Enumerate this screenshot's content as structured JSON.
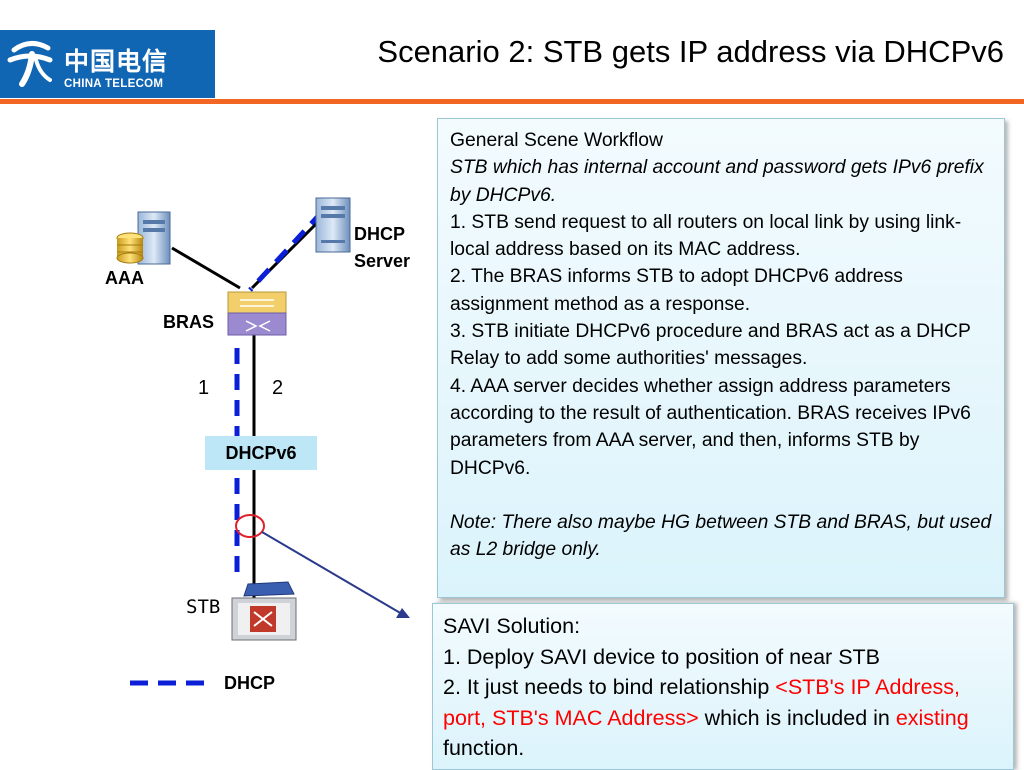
{
  "logo": {
    "cn": "中国电信",
    "en": "CHINA TELECOM",
    "brand_color": "#1166b3"
  },
  "title": "Scenario 2: STB gets IP address via DHCPv6",
  "accent_color": "#f26522",
  "diagram": {
    "aaa_label": "AAA",
    "bras_label": "BRAS",
    "dhcp_server_label_1": "DHCP",
    "dhcp_server_label_2": "Server",
    "flow_1": "1",
    "flow_2": "2",
    "dhcpv6_label": "DHCPv6",
    "stb_label": "STB",
    "legend_dhcp": "DHCP",
    "dhcp_line_color": "#0a1fd6"
  },
  "workflow": {
    "heading": "General Scene Workflow",
    "intro": "STB which has internal account and password gets IPv6 prefix by DHCPv6.",
    "step1": "1. STB send request to all routers on local link by using link-local address based on its MAC address.",
    "step2": "2. The BRAS informs STB to adopt DHCPv6 address assignment method as a response.",
    "step3": "3. STB initiate DHCPv6 procedure and BRAS act as a DHCP Relay to add some authorities' messages.",
    "step4": "4. AAA server decides whether assign address parameters according to the result of authentication. BRAS receives IPv6 parameters from AAA server, and then, informs STB by DHCPv6.",
    "note": "Note: There also maybe HG between STB and BRAS, but used as L2 bridge only."
  },
  "savi": {
    "heading": "SAVI Solution:",
    "item1": "1. Deploy SAVI device to position of near STB",
    "item2_prefix": "2. It just needs to bind relationship ",
    "item2_highlight": "<STB's IP Address, port, STB's MAC Address>",
    "item2_mid": " which is included in ",
    "item2_highlight2": "existing",
    "item2_end": " function."
  }
}
